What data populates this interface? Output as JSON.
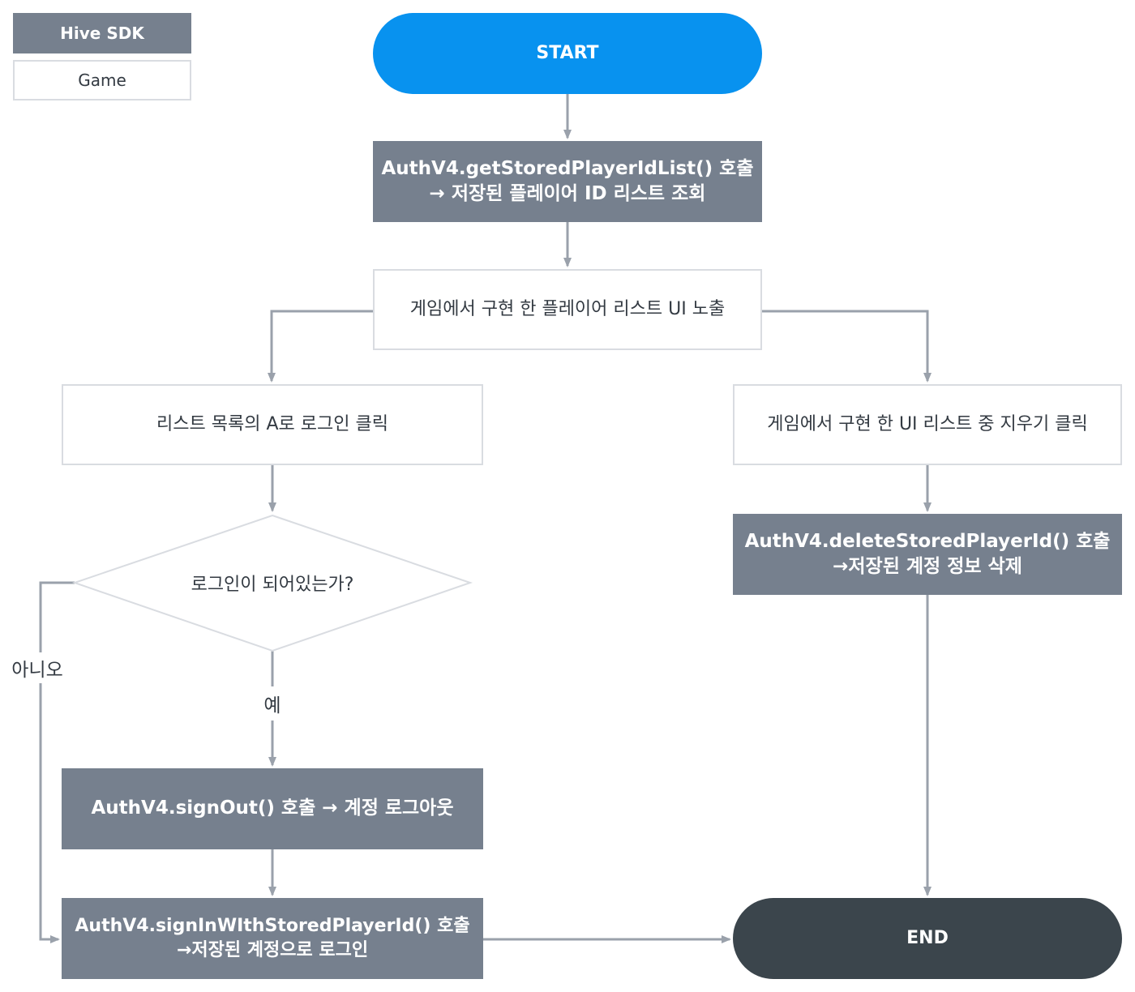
{
  "legend": {
    "hive_sdk": "Hive SDK",
    "game": "Game"
  },
  "nodes": {
    "start": "START",
    "get_list_line1": "AuthV4.getStoredPlayerIdList() 호출",
    "get_list_line2": "→ 저장된 플레이어 ID 리스트 조회",
    "show_list": "게임에서 구현 한 플레이어 리스트 UI 노출",
    "click_login": "리스트 목록의 A로 로그인 클릭",
    "click_delete": "게임에서 구현 한 UI 리스트 중 지우기 클릭",
    "decision": "로그인이 되어있는가?",
    "delete_line1": "AuthV4.deleteStoredPlayerId() 호출",
    "delete_line2": "→저장된 계정 정보 삭제",
    "signout": "AuthV4.signOut() 호출 → 계정 로그아웃",
    "signin_line1": "AuthV4.signInWIthStoredPlayerId() 호출",
    "signin_line2": "→저장된 계정으로 로그인",
    "end": "END"
  },
  "edge_labels": {
    "no": "아니오",
    "yes": "예"
  },
  "colors": {
    "hive_sdk": "#76808e",
    "game_border": "#d9dce1",
    "start": "#0892ef",
    "end": "#3b454c",
    "connector": "#9aa1ab"
  }
}
